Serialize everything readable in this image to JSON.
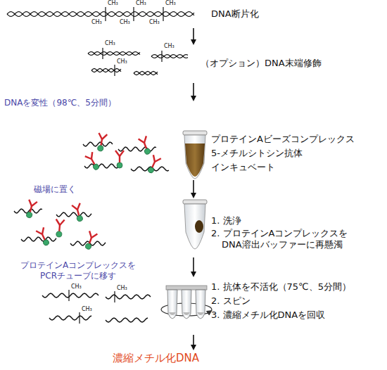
{
  "diagram": {
    "labels": [
      "DNA断片化",
      "CH₃",
      "CH₃",
      "CH₃",
      "CH₃",
      "CH₃",
      "CH₃",
      "（オプション）DNA末端修飾",
      "CH₃",
      "CH₃",
      "CH₃",
      "DNAを変性（98℃、5分間）",
      "プロテインAビーズコンプレックス",
      "5-メチルシトシン抗体",
      "インキュベート",
      "磁場に置く",
      "1. 洗浄",
      "2. プロテインAコンプレックスを DNA溶出バッファーに再懸濁",
      "プロテインAコンプレックスを PCRチューブに移す",
      "1. 抗体を不活化（75℃、5分間）",
      "2. スピン",
      "3. 濃縮メチル化DNAを回収",
      "CH₃",
      "CH₃",
      "CH₃",
      "濃縮メチル化DNA"
    ]
  }
}
